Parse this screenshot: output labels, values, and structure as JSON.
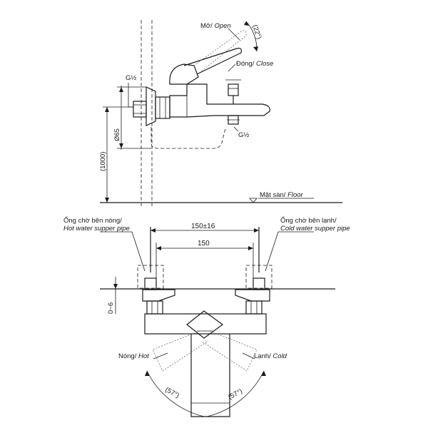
{
  "side_view": {
    "open_label_vi": "Mở/",
    "open_label_en": "Open",
    "open_angle": "(22°)",
    "close_label_vi": "Đóng/",
    "close_label_en": "Close",
    "inlet_thread": "G½",
    "outlet_thread": "G½",
    "diameter": "Ø65",
    "height": "(1000)",
    "floor_label_vi": "Mặt sàn/",
    "floor_label_en": "Floor"
  },
  "top_view": {
    "hot_pipe_vi": "Ống chờ bên nóng/",
    "hot_pipe_en": "Hot water supper pipe",
    "cold_pipe_vi": "Ống chờ bên lạnh/",
    "cold_pipe_en": "Cold water supper pipe",
    "spacing_range": "150±16",
    "spacing": "150",
    "offset": "0~6",
    "hot_label_vi": "Nóng/",
    "hot_label_en": "Hot",
    "cold_label_vi": "Lạnh/",
    "cold_label_en": "Cold",
    "left_angle": "(57°)",
    "right_angle": "(57°)"
  }
}
